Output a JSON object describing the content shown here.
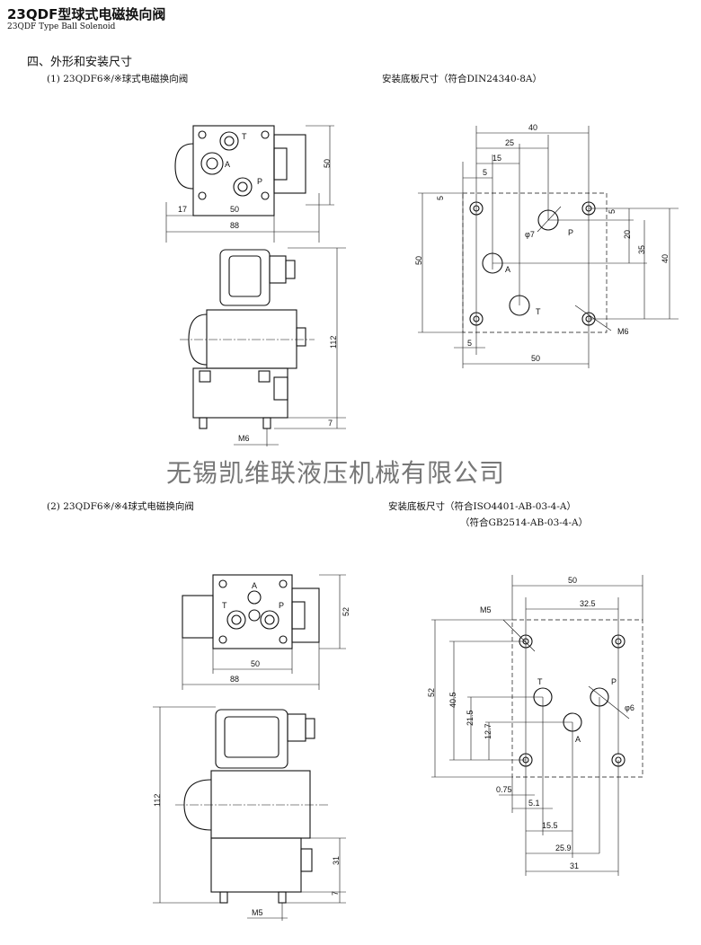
{
  "header": {
    "title": "23QDF型球式电磁换向阀",
    "subtitle": "23QDF Type Ball Solenoid"
  },
  "section_title": "四、外形和安装尺寸",
  "watermark": "无锡凯维联液压机械有限公司",
  "figure1": {
    "caption": "(1) 23QDF6※/※球式电磁换向阀",
    "plate_caption": "安装底板尺寸（符合DIN24340-8A）",
    "valve_labels": {
      "T": "T",
      "A": "A",
      "P": "P",
      "h50": "50",
      "d17": "17",
      "w50": "50",
      "w88": "88",
      "h112": "112",
      "h7": "7",
      "thread": "M6"
    },
    "plate_labels": {
      "d40": "40",
      "d25": "25",
      "d15": "15",
      "d5a": "5",
      "d5v": "5",
      "h50": "50",
      "d5r": "5",
      "d20": "20",
      "d35": "35",
      "d40v": "40",
      "phi": "φ7",
      "P": "P",
      "A": "A",
      "T": "T",
      "thread": "M6",
      "d5b": "5",
      "w50": "50"
    }
  },
  "figure2": {
    "caption": "(2) 23QDF6※/※4球式电磁换向阀",
    "plate_caption": "安装底板尺寸（符合ISO4401-AB-03-4-A）",
    "plate_caption2": "（符合GB2514-AB-03-4-A）",
    "valve_labels": {
      "A": "A",
      "T": "T",
      "P": "P",
      "h52": "52",
      "w50": "50",
      "w88": "88",
      "h112": "112",
      "h31": "31",
      "h7": "7",
      "thread": "M5"
    },
    "plate_labels": {
      "w50": "50",
      "d325": "32.5",
      "thread": "M5",
      "h52": "52",
      "d405": "40.5",
      "d215": "21.5",
      "d127": "12.7",
      "phi": "φ6",
      "T": "T",
      "P": "P",
      "A": "A",
      "d075": "0.75",
      "d51": "5.1",
      "d155": "15.5",
      "d259": "25.9",
      "d31": "31"
    }
  }
}
